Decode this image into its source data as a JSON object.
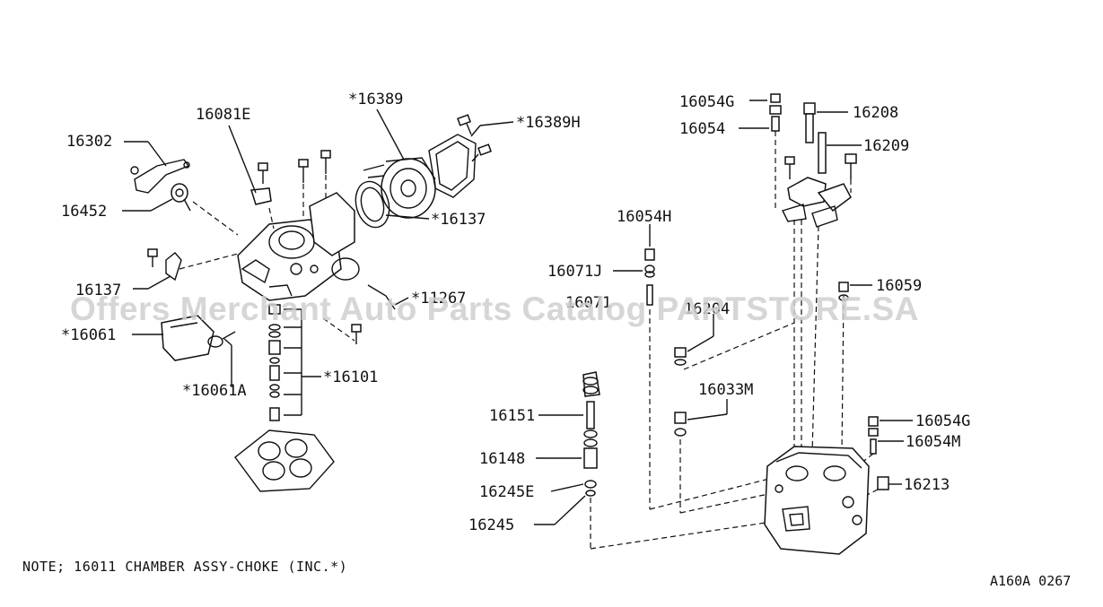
{
  "watermark": "Offers Merchant Auto Parts Catalog PARTSTORE.SA",
  "note": "NOTE; 16011 CHAMBER ASSY-CHOKE (INC.*)",
  "diagram_code": "A160A 0267",
  "labels": {
    "p16302": "16302",
    "p16452": "16452",
    "p16137_left": "16137",
    "p16061": "*16061",
    "p16061A": "*16061A",
    "p16081E": "16081E",
    "p16389": "*16389",
    "p16389H": "*16389H",
    "p16137_star": "*16137",
    "p11267": "*11267",
    "p16101": "*16101",
    "p16054G_top": "16054G",
    "p16054": "16054",
    "p16208": "16208",
    "p16209": "16209",
    "p16054H": "16054H",
    "p16071J": "16071J",
    "p16071": "16071",
    "p16204": "16204",
    "p16059": "16059",
    "p16033M": "16033M",
    "p16151": "16151",
    "p16148": "16148",
    "p16245E": "16245E",
    "p16245": "16245",
    "p16054G_bot": "16054G",
    "p16054M": "16054M",
    "p16213": "16213"
  }
}
